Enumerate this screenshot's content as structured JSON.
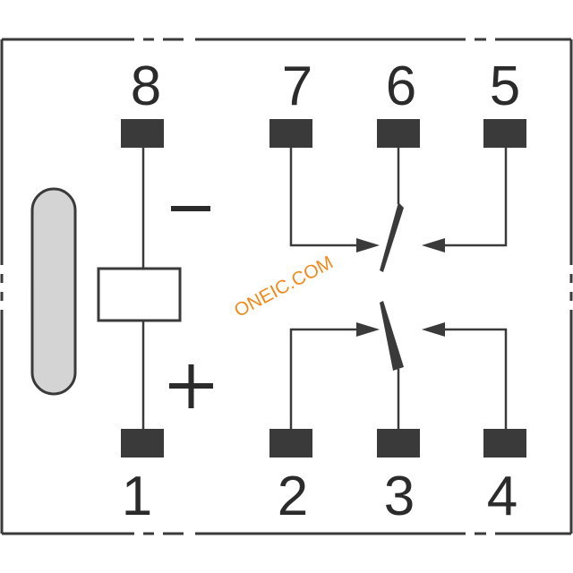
{
  "diagram": {
    "pins_top": [
      "8",
      "7",
      "6",
      "5"
    ],
    "pins_bottom": [
      "1",
      "2",
      "3",
      "4"
    ],
    "coil_minus": "−",
    "coil_plus": "+",
    "watermark": "ONEIC.COM"
  },
  "colors": {
    "line": "#3a3a3a",
    "pad": "#3a3a3a",
    "text": "#2b2b2b",
    "watermark": "#f08a1c",
    "marker_fill": "#d4d4d4",
    "coil_fill": "#ffffff"
  }
}
